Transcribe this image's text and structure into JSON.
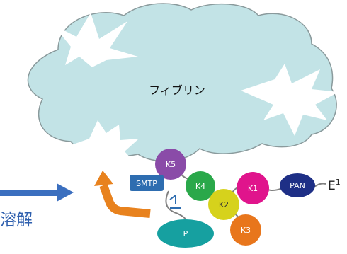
{
  "diagram": {
    "cloud_label": "フィブリン",
    "domains": {
      "k1": "K1",
      "k2": "K2",
      "k3": "K3",
      "k4": "K4",
      "k5": "K5",
      "pan": "PAN",
      "p": "P",
      "smtp": "SMTP"
    },
    "e_label": "E",
    "e_superscript": "1",
    "lysis_label": "溶解"
  },
  "colors": {
    "cloud_fill": "#c2e3e6",
    "cloud_stroke": "#8a9a9c",
    "k1": "#e0148c",
    "k2": "#d6d21c",
    "k3": "#e8761c",
    "k4": "#2aa84a",
    "k5": "#8a4ba8",
    "pan": "#1e2f86",
    "p": "#16a0a0",
    "smtp": "#2e6db0",
    "arrow_blue": "#3b6fbf",
    "arrow_orange": "#e8821e",
    "linker": "#808080"
  },
  "icons": {
    "blue_arrow": "right-arrow-icon",
    "orange_arrow": "curved-arrow-icon",
    "burst": "starburst-icon"
  }
}
